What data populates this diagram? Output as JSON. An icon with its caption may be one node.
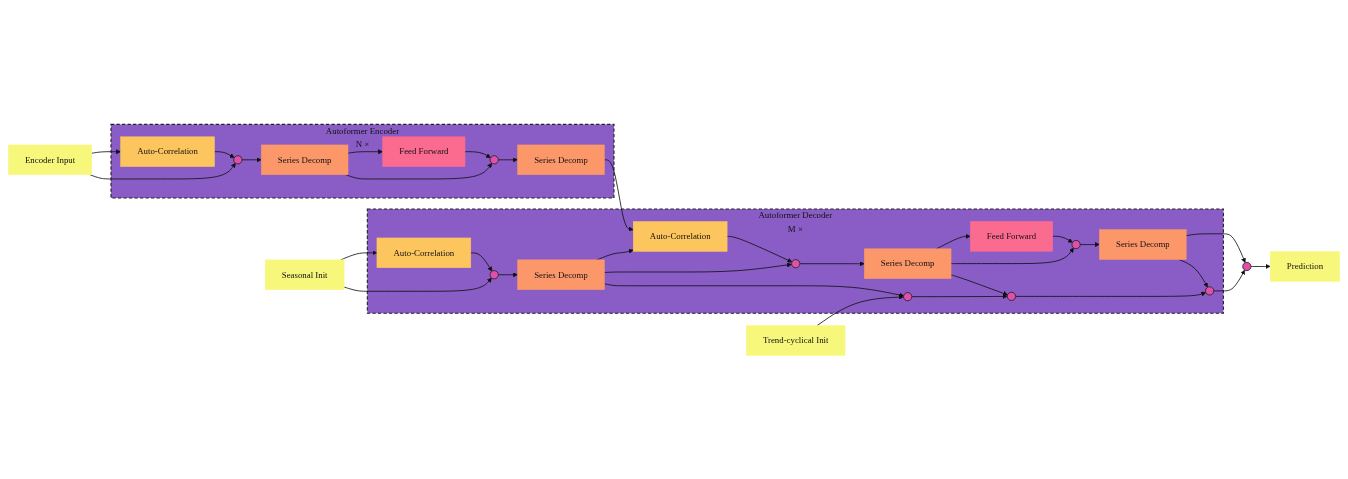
{
  "diagram": {
    "nodes": [
      {
        "text": [
          "Encoder Input"
        ]
      },
      {
        "text": [
          "Autoformer Encoder",
          "N ×"
        ]
      },
      {
        "text": [
          "Auto-Correlation"
        ],
        "in": 1
      },
      {
        "text": [],
        "shape": "circle",
        "in": 1
      },
      {
        "text": [
          "Series Decomp"
        ],
        "in": 1
      },
      {
        "text": [
          "Feed Forward"
        ],
        "in": 1
      },
      {
        "text": [],
        "shape": "circle",
        "in": 1
      },
      {
        "text": [
          "Series Decomp"
        ],
        "in": 1
      },
      {
        "text": [
          "Prediction"
        ]
      },
      {
        "text": [
          "Seasonal Init"
        ]
      },
      {
        "text": [
          "Autoformer Decoder",
          "M ×"
        ]
      },
      {
        "text": [
          "Auto-Correlation"
        ],
        "in": 10
      },
      {
        "text": [],
        "shape": "circle",
        "in": 10
      },
      {
        "text": [
          "Series Decomp"
        ],
        "in": 10
      },
      {
        "text": [
          "Auto-Correlation"
        ],
        "in": 10
      },
      {
        "text": [],
        "shape": "circle",
        "in": 10
      },
      {
        "text": [
          "Series Decomp"
        ],
        "in": 10
      },
      {
        "text": [
          "Feed Forward"
        ],
        "in": 10
      },
      {
        "text": [],
        "shape": "circle",
        "in": 10
      },
      {
        "text": [
          "Series Decomp"
        ],
        "in": 10
      },
      {
        "text": [
          "Trend-cyclical Init"
        ]
      },
      {
        "text": [],
        "shape": "circle",
        "in": 10
      },
      {
        "text": [],
        "shape": "circle",
        "in": 10
      },
      {
        "text": [],
        "shape": "circle",
        "in": 10
      },
      {
        "text": [],
        "shape": "circle"
      }
    ],
    "edges": [
      {
        "from": 0,
        "to": 2,
        "arrow": "to"
      },
      {
        "from": 0,
        "to": 3,
        "arrow": "to"
      },
      {
        "from": 2,
        "to": 3,
        "arrow": "to"
      },
      {
        "from": 3,
        "to": 4,
        "arrow": "to"
      },
      {
        "from": 4,
        "to": 5,
        "arrow": "to"
      },
      {
        "from": 4,
        "to": 6,
        "arrow": "to"
      },
      {
        "from": 5,
        "to": 6,
        "arrow": "to"
      },
      {
        "from": 6,
        "to": 7,
        "arrow": "to"
      },
      {
        "from": 7,
        "to": 14,
        "arrow": "to"
      },
      {
        "from": 9,
        "to": 11,
        "arrow": "to"
      },
      {
        "from": 9,
        "to": 12,
        "arrow": "to"
      },
      {
        "from": 11,
        "to": 12,
        "arrow": "to"
      },
      {
        "from": 12,
        "to": 13,
        "arrow": "to"
      },
      {
        "from": 13,
        "to": 14,
        "arrow": "to"
      },
      {
        "from": 13,
        "to": 15,
        "arrow": "to"
      },
      {
        "from": 14,
        "to": 15,
        "arrow": "to"
      },
      {
        "from": 15,
        "to": 16,
        "arrow": "to"
      },
      {
        "from": 16,
        "to": 17,
        "arrow": "to"
      },
      {
        "from": 16,
        "to": 18,
        "arrow": "to"
      },
      {
        "from": 17,
        "to": 18,
        "arrow": "to"
      },
      {
        "from": 18,
        "to": 19,
        "arrow": "to"
      },
      {
        "from": 19,
        "to": 24,
        "arrow": "to"
      },
      {
        "from": 13,
        "to": 21,
        "arrow": "to"
      },
      {
        "from": 20,
        "to": 21,
        "arrow": "to"
      },
      {
        "from": 21,
        "to": 22,
        "arrow": "to"
      },
      {
        "from": 16,
        "to": 22,
        "arrow": "to"
      },
      {
        "from": 22,
        "to": 23,
        "arrow": "to"
      },
      {
        "from": 19,
        "to": 23,
        "arrow": "to"
      },
      {
        "from": 23,
        "to": 24,
        "arrow": "to"
      },
      {
        "from": 24,
        "to": 8,
        "arrow": "to"
      }
    ]
  }
}
